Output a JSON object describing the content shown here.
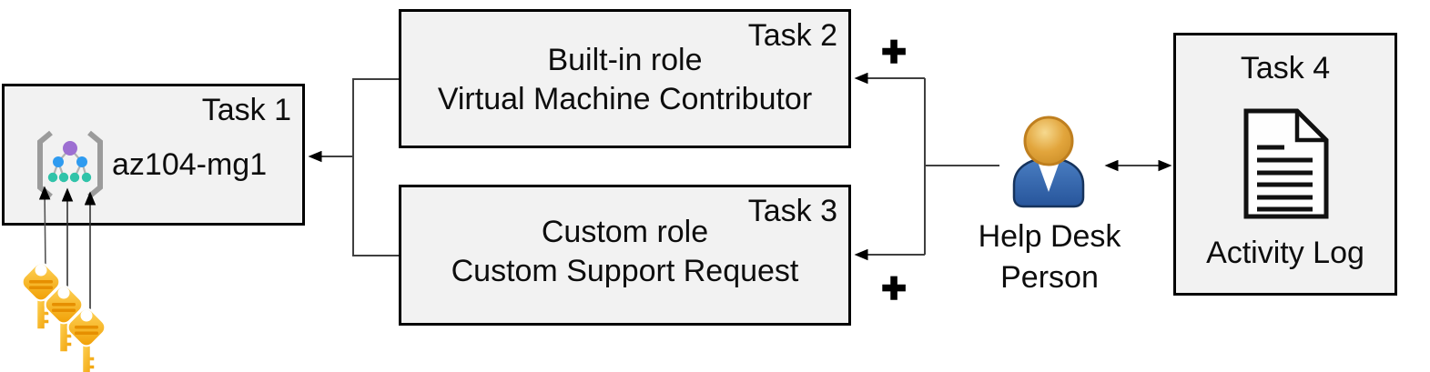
{
  "colors": {
    "canvas-bg": "#ffffff",
    "box-fill": "#f2f2f2",
    "box-border": "#000000",
    "text-ink": "#0d0d0d",
    "connector": "#3f3f3f",
    "arrow-ink": "#000000",
    "plus-ink": "#000000",
    "bracket-gray": "#9b9b9b",
    "node-purple": "#9d6fd2",
    "node-blue": "#2f9bf0",
    "node-teal": "#30c3a9",
    "key-gold": "#ffd75e",
    "key-gold-deep": "#f09c00",
    "key-stripe": "#e68f00",
    "person-blue": "#4a7ec2",
    "person-blue-deep": "#27559b",
    "person-navy": "#16335c",
    "person-skin": "#f6d98f",
    "person-skin-deep": "#cd8f28",
    "person-skin-ring": "#bf7f1f",
    "doc-ink": "#111111"
  },
  "tasks": {
    "task1": {
      "title": "Task 1",
      "label": "az104-mg1",
      "icon": "management-group-icon"
    },
    "task2": {
      "title": "Task 2",
      "line1": "Built-in role",
      "line2": "Virtual Machine Contributor"
    },
    "task3": {
      "title": "Task 3",
      "line1": "Custom role",
      "line2": "Custom Support Request"
    },
    "task4": {
      "title": "Task 4",
      "label": "Activity Log",
      "icon": "document-icon"
    }
  },
  "actor": {
    "line1": "Help Desk",
    "line2": "Person",
    "icon": "person-icon"
  },
  "symbols": {
    "plus_top": "+",
    "plus_bottom": "+"
  },
  "decorations": {
    "keys_icon": "keys-icon",
    "key_count": 3
  }
}
